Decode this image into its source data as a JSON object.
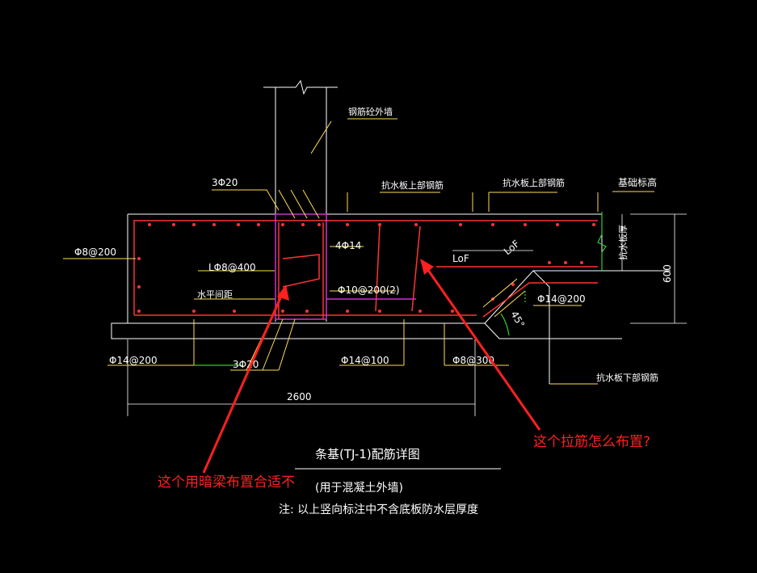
{
  "drawing": {
    "labels": {
      "wall": "钢筋砼外墙",
      "rebar_3phi20_top": "3Φ20",
      "top_bar_1": "抗水板上部钢筋",
      "top_bar_2": "抗水板上部钢筋",
      "base_elevation": "基础标高",
      "slab_thickness": "抗水板厚",
      "phi8_200": "Φ8@200",
      "four_phi14": "4Φ14",
      "l_phi8_400": "LΦ8@400",
      "horizontal_spacing": "水平间距",
      "phi10_200": "Φ10@200(2)",
      "lof_1": "LoF",
      "lof_2": "LoF",
      "phi14_200_right": "Φ14@200",
      "angle": "45°",
      "phi14_200_left": "Φ14@200",
      "rebar_3phi20_bottom": "3Φ20",
      "phi14_100": "Φ14@100",
      "phi8_300": "Φ8@300",
      "bottom_bar": "抗水板下部钢筋",
      "dim_2600": "2600",
      "dim_600": "600"
    },
    "title": "条基(TJ-1)配筋详图",
    "subtitle": "(用于混凝土外墙)",
    "note": "注: 以上竖向标注中不含底板防水层厚度"
  },
  "annotations": {
    "question_1": "这个拉筋怎么布置?",
    "question_2": "这个用暗梁布置合适不"
  },
  "colors": {
    "background": "#000000",
    "outline": "#ffffff",
    "rebar": "#ff3333",
    "leader": "#ffdd55",
    "dimension": "#ffffff",
    "magenta": "#cc33cc",
    "green": "#33cc33",
    "annotation": "#ff2020"
  }
}
